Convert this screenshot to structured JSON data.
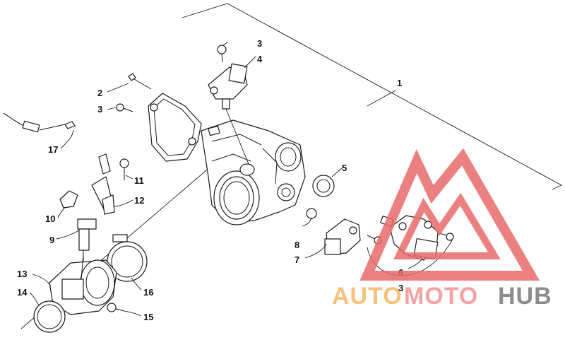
{
  "diagram": {
    "callouts": {
      "c1": "1",
      "c2": "2",
      "c3a": "3",
      "c3b": "3",
      "c3c": "3",
      "c4": "4",
      "c5": "5",
      "c6": "6",
      "c7": "7",
      "c8": "8",
      "c9": "9",
      "c10": "10",
      "c11": "11",
      "c12": "12",
      "c13": "13",
      "c14": "14",
      "c15": "15",
      "c16": "16",
      "c17": "17"
    }
  },
  "watermark": {
    "word_auto": "AUTO",
    "word_moto": "MOTO",
    "word_hub": "HUB",
    "colors": {
      "auto": "#f4c27a",
      "moto": "#f2a3a3",
      "hub": "#8c8c8c",
      "logo": "#e86a6a"
    }
  }
}
